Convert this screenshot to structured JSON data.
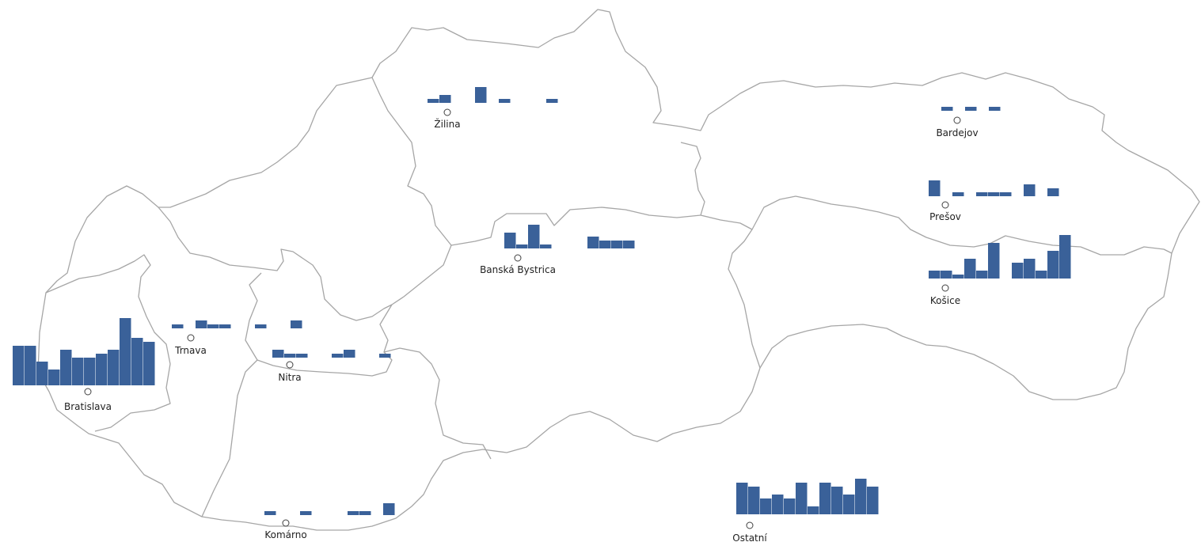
{
  "colors": {
    "bar": "#3a6199",
    "border": "#a6a6a6",
    "marker_stroke": "#404040",
    "label": "#222222"
  },
  "chart_data": {
    "type": "bar",
    "title": "",
    "note": "Small-multiple bar charts placed at city locations on a map. Values are relative bar heights (no axis shown); 0 = no visible bar.",
    "cities": [
      {
        "name": "Bratislava",
        "values": [
          10,
          10,
          6,
          4,
          9,
          7,
          7,
          8,
          9,
          17,
          12,
          11
        ]
      },
      {
        "name": "Trnava",
        "values": [
          1,
          0,
          2,
          1,
          1,
          0,
          0,
          1,
          0,
          0,
          2,
          0
        ]
      },
      {
        "name": "Nitra",
        "values": [
          2,
          1,
          1,
          0,
          0,
          1,
          2,
          0,
          0,
          1,
          0,
          0
        ]
      },
      {
        "name": "Komárno",
        "values": [
          1,
          0,
          0,
          1,
          0,
          0,
          0,
          1,
          1,
          0,
          3,
          0
        ]
      },
      {
        "name": "Žilina",
        "values": [
          1,
          2,
          0,
          0,
          4,
          0,
          1,
          0,
          0,
          0,
          1,
          0
        ]
      },
      {
        "name": "Banská Bystrica",
        "values": [
          4,
          1,
          6,
          1,
          0,
          0,
          0,
          3,
          2,
          2,
          2,
          0
        ]
      },
      {
        "name": "Bardejov",
        "values": [
          1,
          0,
          1,
          0,
          1,
          0,
          0,
          0,
          0,
          0,
          0,
          0
        ]
      },
      {
        "name": "Prešov",
        "values": [
          4,
          0,
          1,
          0,
          1,
          1,
          1,
          0,
          3,
          0,
          2,
          0
        ]
      },
      {
        "name": "Košice",
        "values": [
          2,
          2,
          1,
          5,
          2,
          9,
          0,
          4,
          5,
          2,
          7,
          11
        ]
      },
      {
        "name": "Ostatní",
        "values": [
          8,
          7,
          4,
          5,
          4,
          8,
          2,
          8,
          7,
          5,
          9,
          7
        ]
      }
    ]
  }
}
